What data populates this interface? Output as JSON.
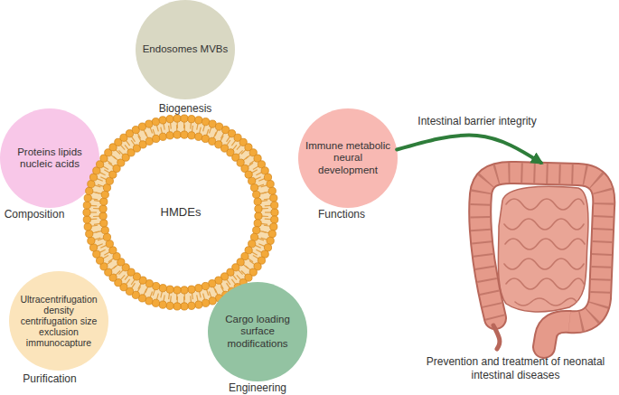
{
  "diagram": {
    "nodes": [
      {
        "text": [
          "Endosomes MVBs",
          "Biogenesis"
        ]
      },
      {
        "text": [
          "Proteins lipids nucleic acids",
          "Composition"
        ]
      },
      {
        "text": [
          "HMDEs"
        ]
      },
      {
        "text": [
          "Immune metabolic neural development",
          "Functions"
        ]
      },
      {
        "text": [
          "Prevention and treatment of neonatal intestinal diseases"
        ]
      },
      {
        "text": [
          "Ultracentrifugation density centrifugation size exclusion immunocapture",
          "Purification"
        ]
      },
      {
        "text": [
          "Cargo loading surface modifications",
          "Engineering"
        ]
      }
    ],
    "edges": [
      {
        "from": 3,
        "to": 4,
        "arrow": "to",
        "label": "Intestinal barrier integrity"
      }
    ]
  }
}
